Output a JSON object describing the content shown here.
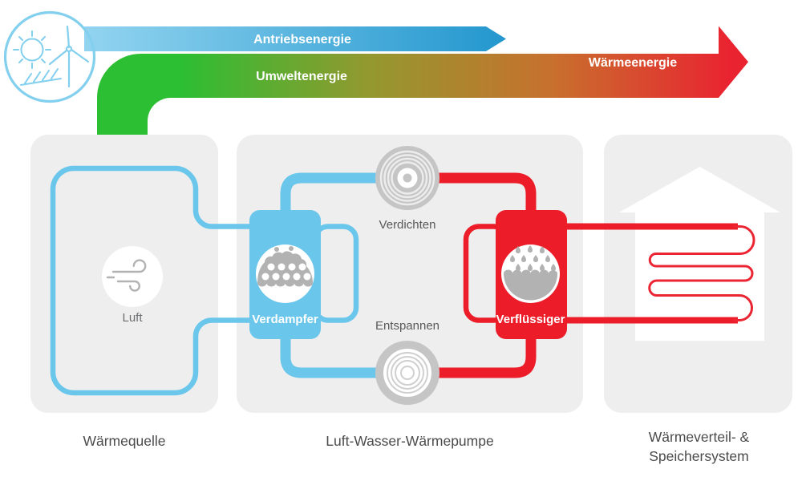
{
  "header": {
    "antriebsenergie": "Antriebsenergie",
    "umweltenergie": "Umweltenergie",
    "waermeenergie": "Wärmeenergie"
  },
  "panels": {
    "source": {
      "caption": "Wärmequelle",
      "medium": "Luft"
    },
    "heatpump": {
      "caption": "Luft-Wasser-Wärmepumpe",
      "evaporator": "Verdampfer",
      "condenser": "Verflüssiger",
      "compressor": "Verdichten",
      "expansion": "Entspannen"
    },
    "distribution": {
      "caption_line1": "Wärmeverteil- &",
      "caption_line2": "Speichersystem"
    }
  },
  "colors": {
    "panel": "#eeeeee",
    "blue": "#6ac6ea",
    "red": "#ec1c29",
    "coil": "#ec2533",
    "band_green": "#2cbe33",
    "band_olive": "#94982f",
    "band_orange": "#c8702e",
    "band_red": "#e92430",
    "arrow_blue_light": "#92d4f0",
    "arrow_blue_dark": "#2397ce",
    "device": "#c5c5c5",
    "icon_gray": "#b2b2b3",
    "source_icon": "#82cfee",
    "text_dark": "#4b4b4d",
    "text_medium": "#58595b",
    "text_light": "#6d6e70"
  }
}
